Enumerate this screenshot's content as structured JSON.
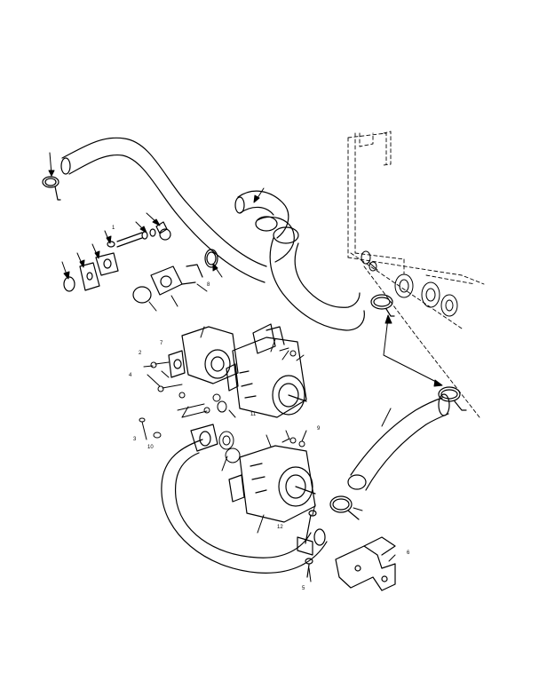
{
  "diagram": {
    "callouts": [
      {
        "id": "c1",
        "text": "1"
      },
      {
        "id": "c2",
        "text": "2"
      },
      {
        "id": "c3",
        "text": "3"
      },
      {
        "id": "c4",
        "text": "4"
      },
      {
        "id": "c5",
        "text": "5"
      },
      {
        "id": "c6",
        "text": "6"
      },
      {
        "id": "c7",
        "text": "7"
      },
      {
        "id": "c8",
        "text": "8"
      },
      {
        "id": "c9",
        "text": "9"
      },
      {
        "id": "c10",
        "text": "10"
      },
      {
        "id": "c11",
        "text": "11"
      },
      {
        "id": "c12",
        "text": "12"
      }
    ]
  }
}
